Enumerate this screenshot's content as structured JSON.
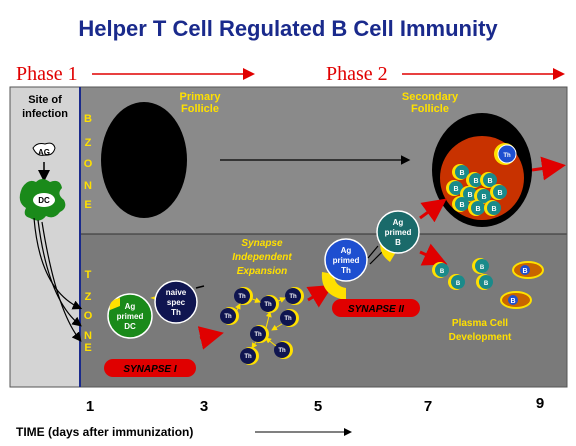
{
  "title": "Helper T Cell Regulated B Cell Immunity",
  "phase1": "Phase 1",
  "phase2": "Phase 2",
  "site_label_1": "Site of",
  "site_label_2": "infection",
  "ag": "AG",
  "dc": "DC",
  "b_zone": [
    "B",
    "Z",
    "O",
    "N",
    "E"
  ],
  "t_zone": [
    "T",
    "Z",
    "O",
    "N",
    "E"
  ],
  "primary_follicle_1": "Primary",
  "primary_follicle_2": "Follicle",
  "secondary_follicle_1": "Secondary",
  "secondary_follicle_2": "Follicle",
  "synapse_indep_1": "Synapse",
  "synapse_indep_2": "Independent",
  "synapse_indep_3": "Expansion",
  "ag_primed_dc": [
    "Ag",
    "primed",
    "DC"
  ],
  "naive_th": [
    "naive",
    "spec",
    "Th"
  ],
  "ag_primed_th": [
    "Ag",
    "primed",
    "Th"
  ],
  "ag_primed_b": [
    "Ag",
    "primed",
    "B"
  ],
  "synapse1": "SYNAPSE  I",
  "synapse2": "SYNAPSE  II",
  "plasma_1": "Plasma Cell",
  "plasma_2": "Development",
  "th": "Th",
  "b": "B",
  "days": [
    "1",
    "3",
    "5",
    "7",
    "9"
  ],
  "time_label": "TIME (days after immunization)",
  "colors": {
    "title": "#1a2a8c",
    "phase": "#e00000",
    "panel": "#8a8a8a",
    "site_panel": "#d4d4d4",
    "yellow": "#ffe000",
    "follicle_red": "#c83200",
    "teal": "#1a8a8a",
    "dc_green": "#1a8a1a",
    "navy": "#0f1550",
    "blue_th": "#1e4fd0"
  }
}
